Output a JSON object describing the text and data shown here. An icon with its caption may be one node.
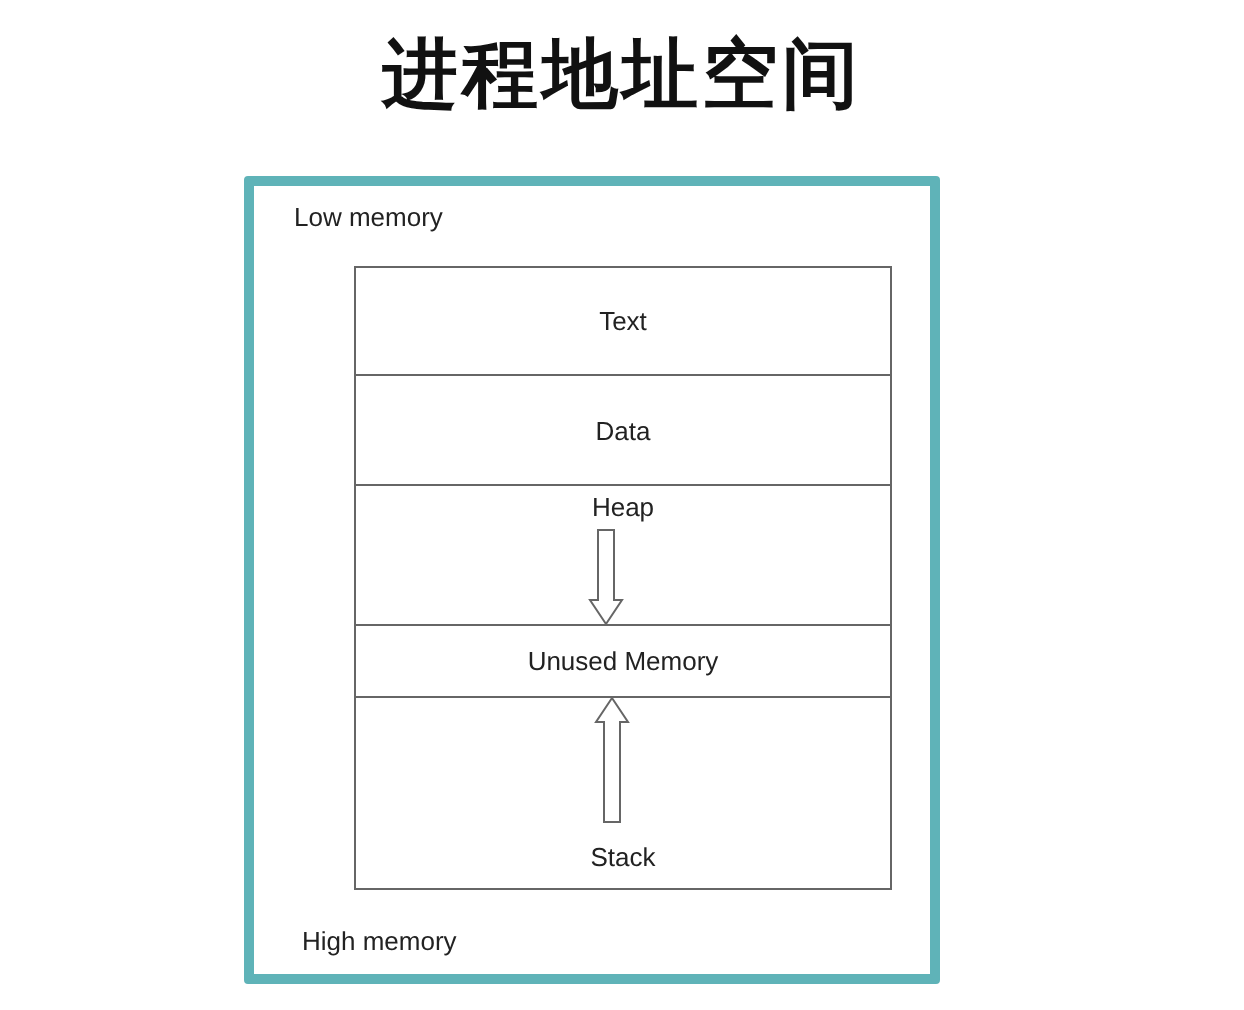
{
  "diagram": {
    "title": "进程地址空间",
    "nodes": [
      {
        "text": [
          "Low memory",
          "High memory"
        ]
      },
      {
        "text": [
          "Text"
        ],
        "in": 0
      },
      {
        "text": [
          "Data"
        ],
        "in": 0
      },
      {
        "text": [
          "Heap"
        ],
        "in": 0
      },
      {
        "text": [
          "Unused Memory"
        ],
        "in": 0
      },
      {
        "text": [
          "Stack"
        ],
        "in": 0
      }
    ],
    "edges": [
      {
        "from": null,
        "to": 4,
        "arrow": "to"
      },
      {
        "from": null,
        "to": 4,
        "arrow": "to"
      }
    ]
  }
}
